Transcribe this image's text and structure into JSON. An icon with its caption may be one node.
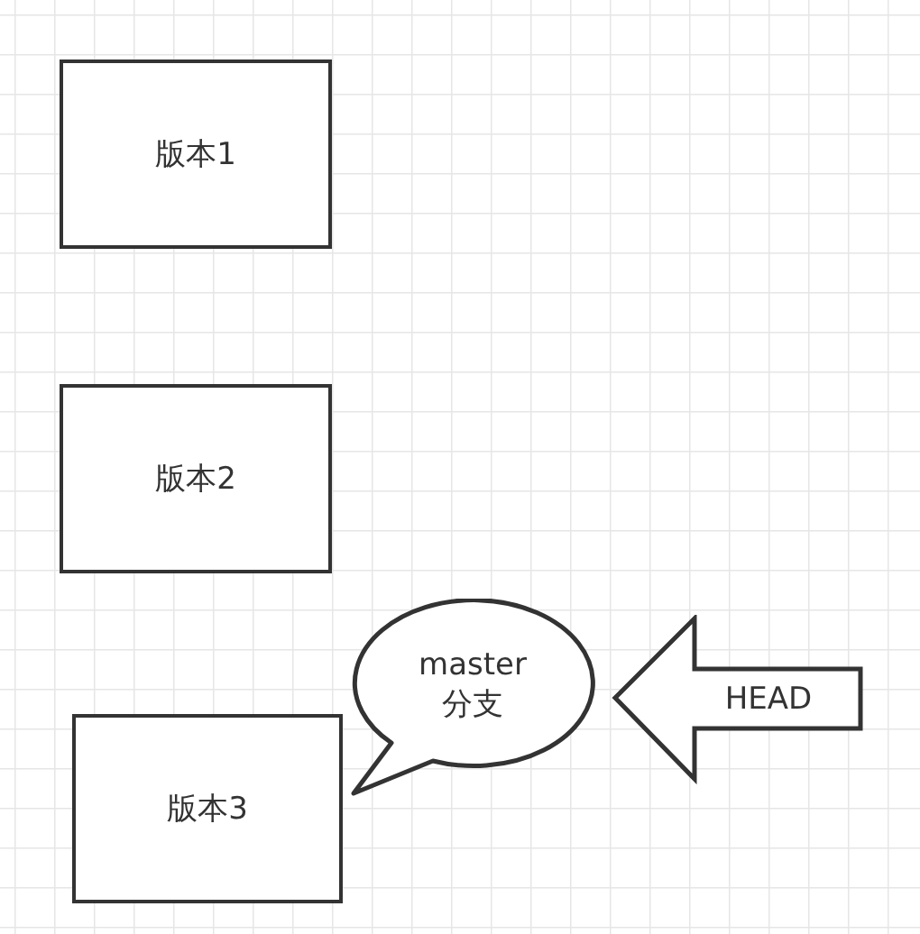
{
  "diagram": {
    "nodes": [
      {
        "text": [
          "版本1"
        ]
      },
      {
        "text": [
          "版本2"
        ]
      },
      {
        "text": [
          "版本3"
        ]
      },
      {
        "text": [
          "master 分支"
        ]
      },
      {
        "text": [
          "HEAD"
        ]
      }
    ]
  }
}
